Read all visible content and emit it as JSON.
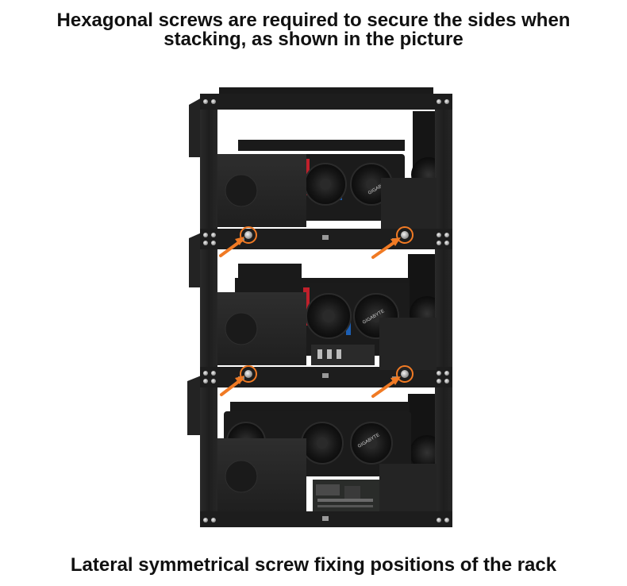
{
  "header": {
    "line1": "Hexagonal screws are required to secure the sides when",
    "line2": "stacking, as shown in the picture"
  },
  "footer": {
    "caption": "Lateral symmetrical screw fixing positions of the rack"
  },
  "gpu_brand_label": "GIGABYTE",
  "colors": {
    "frame": "#1b1b1b",
    "arrow": "#f07a24",
    "fan_accent_red": "#c0202b",
    "fan_accent_blue": "#1c5fb4"
  }
}
